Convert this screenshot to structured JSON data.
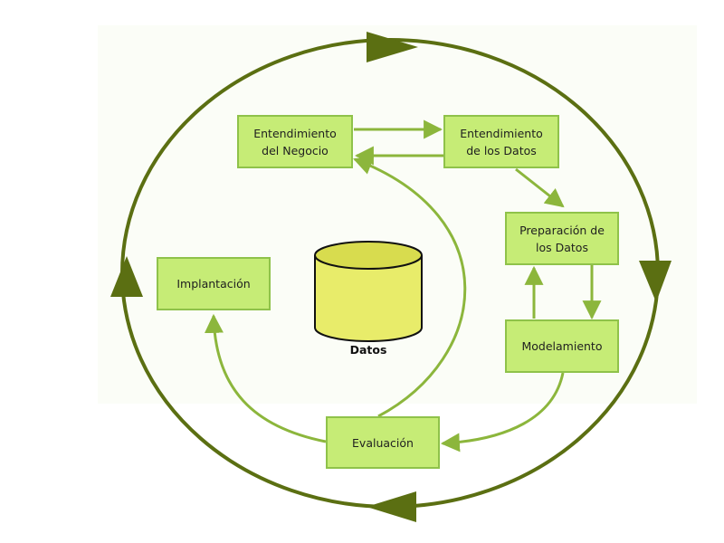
{
  "diagram": {
    "nodes": {
      "business": "Entendimiento\ndel Negocio",
      "data_understanding": "Entendimiento\nde los Datos",
      "data_prep": "Preparación de\nlos Datos",
      "modeling": "Modelamiento",
      "evaluation": "Evaluación",
      "deployment": "Implantación"
    },
    "database_label": "Datos",
    "colors": {
      "node_fill": "#c6ec76",
      "node_border": "#8fc24a",
      "arrow_light": "#8cb63c",
      "cycle_dark": "#5b6f12",
      "db_fill": "#e8ec6a",
      "db_outline": "#111111"
    }
  }
}
